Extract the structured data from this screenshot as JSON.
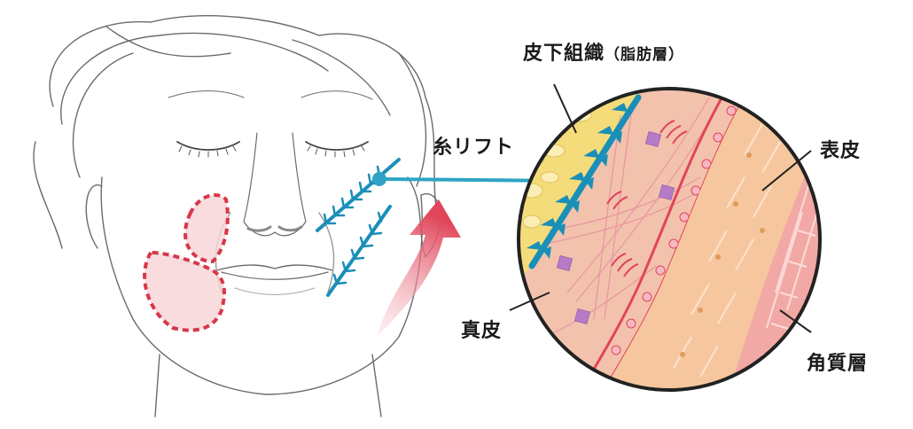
{
  "diagram": {
    "title": "糸リフト",
    "labels": {
      "subcutaneous": "皮下組織",
      "subcutaneous_note": "（脂肪層）",
      "thread_lift": "糸リフト",
      "epidermis": "表皮",
      "dermis": "真皮",
      "stratum_corneum": "角質層"
    },
    "colors": {
      "thread": "#1a8fb8",
      "sagging_area_stroke": "#d9364a",
      "sagging_area_fill": "#f6d3d6",
      "arrow": "#e0455a",
      "fat_layer": "#f4dc7a",
      "dermis": "#f3c2ad",
      "epidermis": "#f6c79e",
      "stratum_corneum": "#f2a9a5",
      "outline": "#222222"
    }
  }
}
